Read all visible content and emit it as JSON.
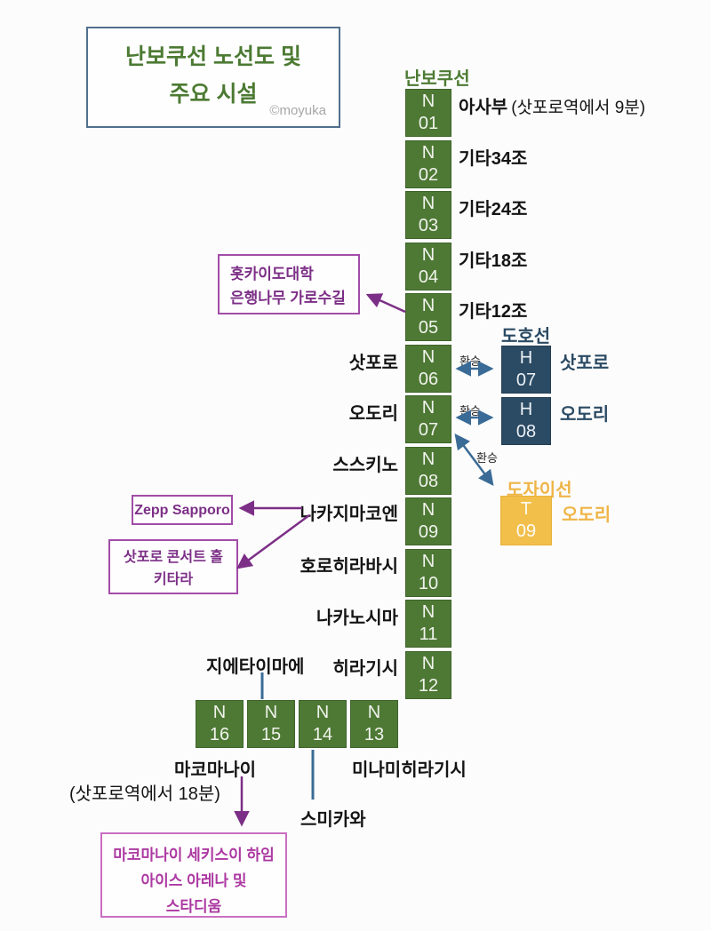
{
  "colors": {
    "namboku_green": "#4E7935",
    "toho_navy": "#2B4A63",
    "tozai_yellow": "#F2BF4B",
    "annotation_purple": "#7C2F86",
    "annotation_magenta": "#AC39A2",
    "transfer_blue": "#3A6B96",
    "title_border": "#51708E"
  },
  "title": {
    "line1": "난보쿠선 노선도 및",
    "line2": "주요 시설",
    "credit": "©moyuka"
  },
  "namboku": {
    "header": "난보쿠선",
    "stations_vertical": [
      {
        "letter": "N",
        "number": "01",
        "name": "아사부",
        "note": "(삿포로역에서 9분)"
      },
      {
        "letter": "N",
        "number": "02",
        "name": "기타34조"
      },
      {
        "letter": "N",
        "number": "03",
        "name": "기타24조"
      },
      {
        "letter": "N",
        "number": "04",
        "name": "기타18조"
      },
      {
        "letter": "N",
        "number": "05",
        "name": "기타12조"
      },
      {
        "letter": "N",
        "number": "06",
        "name": "삿포로"
      },
      {
        "letter": "N",
        "number": "07",
        "name": "오도리"
      },
      {
        "letter": "N",
        "number": "08",
        "name": "스스키노"
      },
      {
        "letter": "N",
        "number": "09",
        "name": "나카지마코엔"
      },
      {
        "letter": "N",
        "number": "10",
        "name": "호로히라바시"
      },
      {
        "letter": "N",
        "number": "11",
        "name": "나카노시마"
      },
      {
        "letter": "N",
        "number": "12",
        "name": "히라기시"
      }
    ],
    "stations_horizontal": [
      {
        "letter": "N",
        "number": "16",
        "name": "마코마나이",
        "note": "(삿포로역에서 18분)"
      },
      {
        "letter": "N",
        "number": "15",
        "name": "지에타이마에"
      },
      {
        "letter": "N",
        "number": "14",
        "name": "스미카와"
      },
      {
        "letter": "N",
        "number": "13",
        "name": "미나미히라기시"
      }
    ]
  },
  "toho": {
    "header": "도호선",
    "transfer_label": "환승",
    "stations": [
      {
        "letter": "H",
        "number": "07",
        "name": "삿포로"
      },
      {
        "letter": "H",
        "number": "08",
        "name": "오도리"
      }
    ]
  },
  "tozai": {
    "header": "도자이선",
    "transfer_label": "환승",
    "stations": [
      {
        "letter": "T",
        "number": "09",
        "name": "오도리"
      }
    ]
  },
  "annotations": [
    {
      "lines": [
        "홋카이도대학",
        "은행나무 가로수길"
      ]
    },
    {
      "lines": [
        "Zepp Sapporo"
      ]
    },
    {
      "lines": [
        "삿포로 콘서트 홀",
        "키타라"
      ]
    },
    {
      "lines": [
        "마코마나이 세키스이 하임",
        "아이스 아레나 및",
        "스타디움"
      ]
    }
  ]
}
